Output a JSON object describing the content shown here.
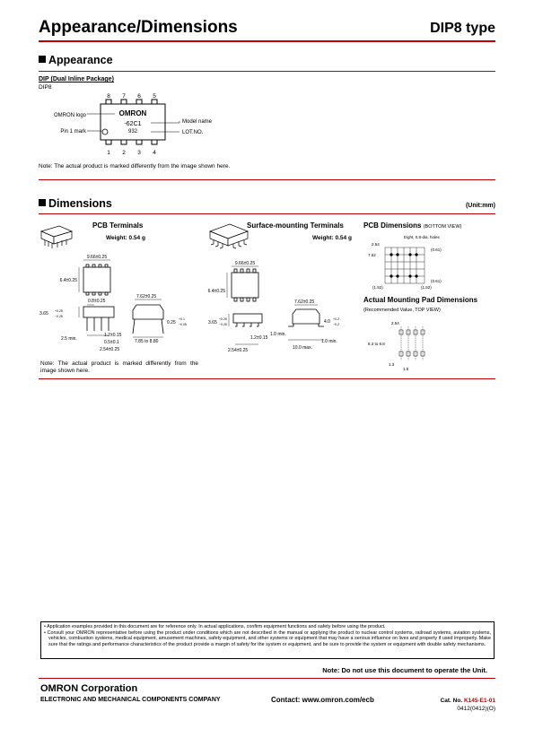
{
  "header": {
    "title": "Appearance/Dimensions",
    "type": "DIP8 type"
  },
  "appearance": {
    "section_title": "Appearance",
    "package_title": "DIP (Dual Inline Package)",
    "package_sub": "DIP8",
    "labels": {
      "omron_logo": "OMRON logo",
      "pin1": "Pin 1 mark",
      "model_name": "Model name",
      "lot_no": "LOT.NO."
    },
    "chip": {
      "logo": "OMRON",
      "model": "-62C1",
      "lot": "932"
    },
    "pins_top": [
      "8",
      "7",
      "6",
      "5"
    ],
    "pins_bottom": [
      "1",
      "2",
      "3",
      "4"
    ],
    "note": "Note: The actual product is marked differently from the image shown here."
  },
  "dimensions": {
    "section_title": "Dimensions",
    "unit": "(Unit:mm)",
    "pcb_terminals": {
      "title": "PCB Terminals",
      "weight": "Weight: 0.54 g",
      "d1": "9.66±0.25",
      "d2": "6.4±0.25",
      "d3": "0.8±0.25",
      "d4": "3.65",
      "d5": "2.5 min.",
      "d6": "1.2±0.15",
      "d7": "0.5±0.1",
      "d8": "2.54±0.25",
      "d9": "7.62±0.25",
      "d10": "0.25",
      "d11": "7.85 to 8.80",
      "t1": "+0.25",
      "t2": "−0.25",
      "t3": "+0.1",
      "t4": "−0.05"
    },
    "smt_terminals": {
      "title": "Surface-mounting Terminals",
      "weight": "Weight: 0.54 g",
      "d1": "9.66±0.25",
      "d2": "6.4±0.25",
      "d3": "3.65",
      "d4": "1.2±0.15",
      "d5": "2.54±0.25",
      "d6": "7.62±0.25",
      "d7": "4.0",
      "d8": "1.0 min.",
      "d9": "1.0 min.",
      "d10": "10.0 max.",
      "t1": "+0.25",
      "t2": "−0.25",
      "t3": "+0.2",
      "t4": "−0.2"
    },
    "pcb_dimensions": {
      "title": "PCB Dimensions",
      "sub": "(BOTTOM VIEW)",
      "holes": "Eight, 0.8-dia. holes",
      "d1": "2.54",
      "d2": "7.62",
      "d3": "(0.61)",
      "d4": "(0.61)",
      "d5": "(1.52)",
      "d6": "(1.52)"
    },
    "mounting_pad": {
      "title": "Actual Mounting Pad Dimensions",
      "sub": "(Recommended Value, TOP VIEW)",
      "d1": "2.54",
      "d2": "8.3 to 8.8",
      "d3": "1.3",
      "d4": "1.5"
    },
    "note": "Note: The actual product is marked differently from the image shown here."
  },
  "notice": [
    "• Application examples provided in this document are for reference only. In actual applications, confirm equipment functions and safety before using the product.",
    "• Consult your OMRON representative before using the product under conditions which are not described in the manual or applying the product to nuclear control systems, railroad systems, aviation systems, vehicles, combustion systems, medical equipment, amusement machines, safety equipment, and other systems or equipment that may have a serious influence on lives and property if used improperly. Make sure that the ratings and performance characteristics of the product provide a margin of safety for the system or equipment, and be sure to provide the system or equipment with double safety mechanisms."
  ],
  "warning": "Note: Do not use this document to operate the Unit.",
  "footer": {
    "company": "OMRON Corporation",
    "division": "ELECTRONIC AND MECHANICAL COMPONENTS COMPANY",
    "contact": "Contact:  www.omron.com/ecb",
    "cat_label": "Cat. No.",
    "cat_no": "K145-E1-01",
    "date": "0412(0412)(O)"
  },
  "colors": {
    "accent": "#c00000"
  }
}
